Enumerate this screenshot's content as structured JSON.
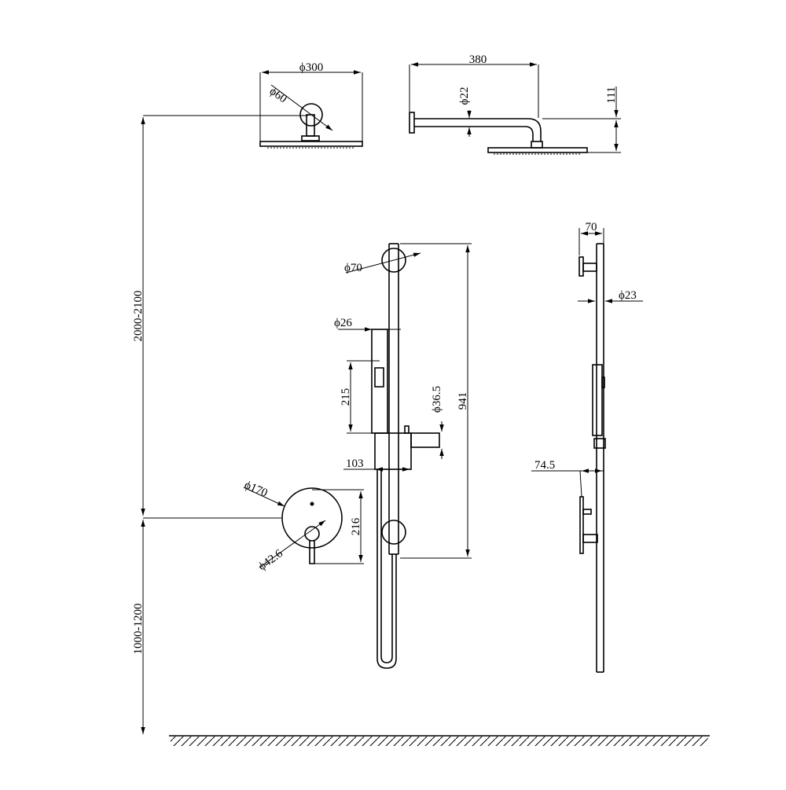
{
  "drawing": {
    "dims": {
      "head_diameter": "ϕ300",
      "arm_flange_diameter": "ϕ60",
      "arm_length": "380",
      "arm_pipe_diameter": "ϕ22",
      "arm_drop": "111",
      "head_height_range": "2000-2100",
      "mixer_height_range": "1000-1200",
      "bracket_diameter": "ϕ70",
      "handshower_diameter": "ϕ26",
      "handshower_length": "215",
      "slider_diameter": "ϕ36.5",
      "rail_length": "941",
      "slider_projection": "103",
      "mixer_plate_diameter": "ϕ170",
      "mixer_height": "216",
      "handle_diameter": "ϕ42.6",
      "rail_projection": "70",
      "rail_diameter": "ϕ23",
      "mixer_projection": "74.5"
    }
  }
}
